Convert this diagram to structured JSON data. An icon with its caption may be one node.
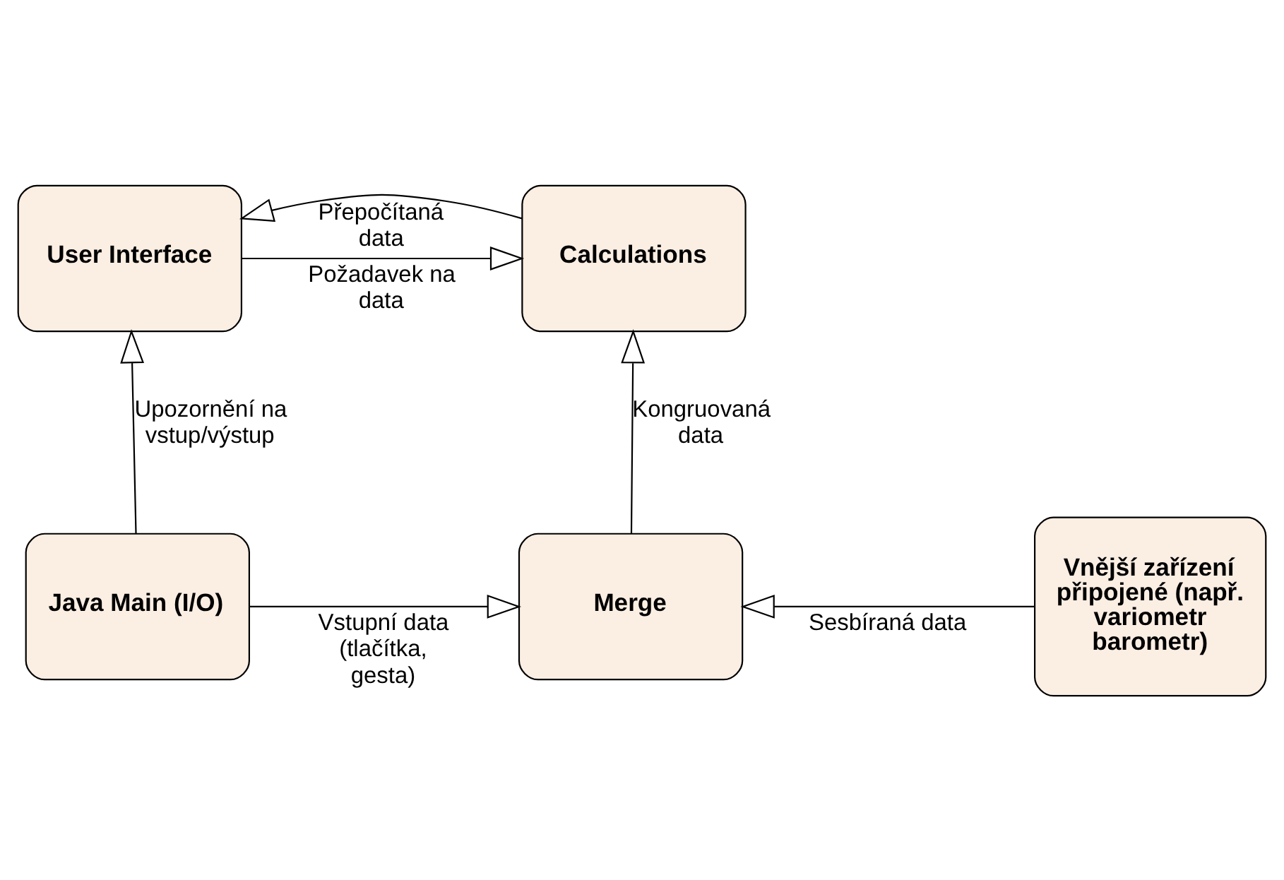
{
  "diagram": {
    "nodes": [
      {
        "text": [
          "User Interface"
        ]
      },
      {
        "text": [
          "Calculations"
        ]
      },
      {
        "text": [
          "Vnější zařízení připojené (např. variometr barometr)"
        ]
      },
      {
        "text": [
          "Java Main (I/O)"
        ]
      },
      {
        "text": [
          "Merge"
        ]
      }
    ],
    "edges": [
      {
        "from": 0,
        "to": 1,
        "arrow": "to",
        "label": "Požadavek na data"
      },
      {
        "from": 1,
        "to": 0,
        "arrow": "to",
        "label": "Přepočítaná data"
      },
      {
        "from": 3,
        "to": 0,
        "arrow": "to",
        "label": "Upozornění na vstup/výstup"
      },
      {
        "from": 2,
        "to": 4,
        "arrow": "to",
        "label": "Sesbíraná data"
      },
      {
        "from": 3,
        "to": 4,
        "arrow": "to",
        "label": "Vstupní data (tlačítka, gesta)"
      },
      {
        "from": 4,
        "to": 1,
        "arrow": "to",
        "label": "Kongruovaná data"
      }
    ]
  }
}
